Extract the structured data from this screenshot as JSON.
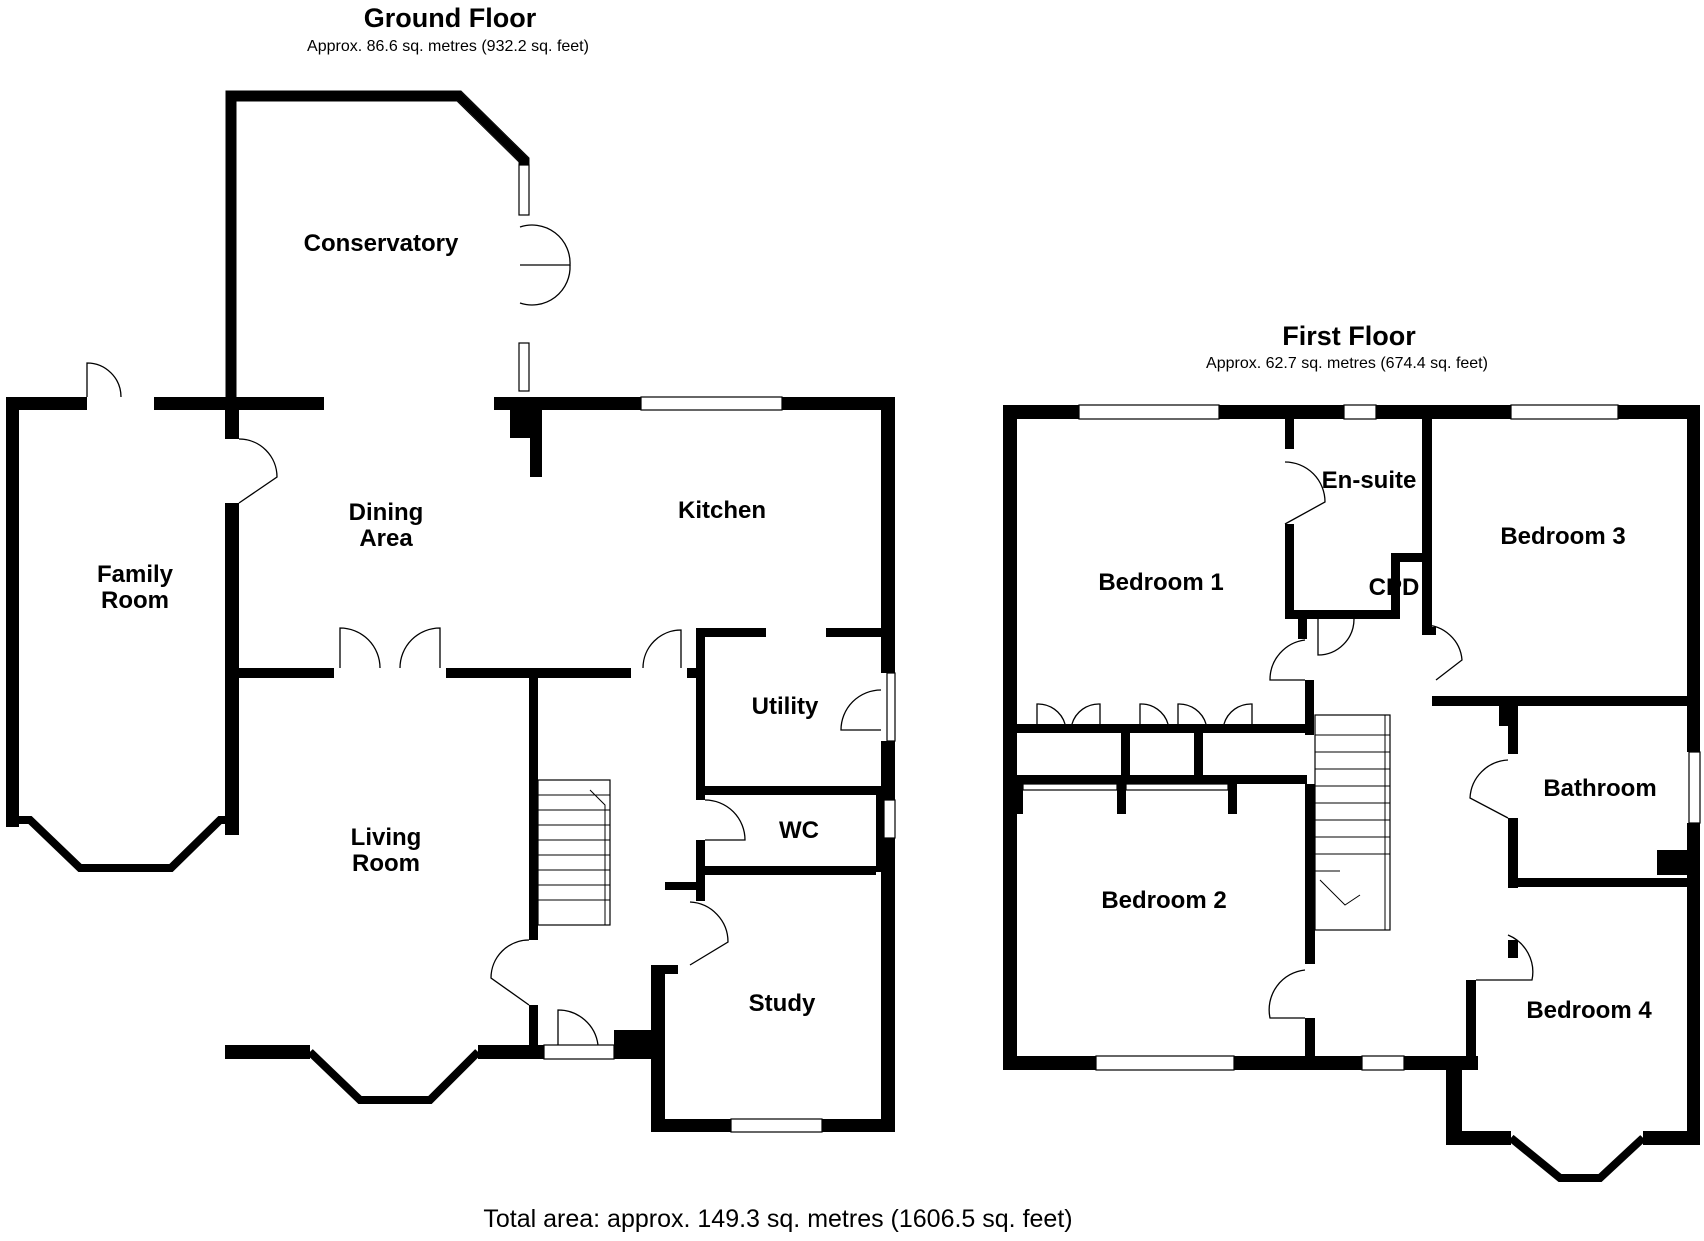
{
  "ground_floor": {
    "title": "Ground Floor",
    "area": "Approx. 86.6 sq. metres (932.2 sq. feet)",
    "rooms": {
      "conservatory": "Conservatory",
      "family_room": [
        "Family",
        "Room"
      ],
      "dining_area": [
        "Dining",
        "Area"
      ],
      "kitchen": "Kitchen",
      "utility": "Utility",
      "wc": "WC",
      "living_room": [
        "Living",
        "Room"
      ],
      "study": "Study"
    }
  },
  "first_floor": {
    "title": "First Floor",
    "area": "Approx. 62.7 sq. metres (674.4 sq. feet)",
    "rooms": {
      "en_suite": "En-suite",
      "bedroom_1": "Bedroom 1",
      "bedroom_2": "Bedroom 2",
      "bedroom_3": "Bedroom 3",
      "bedroom_4": "Bedroom 4",
      "bathroom": "Bathroom",
      "cpd": "CPD"
    }
  },
  "total_area": "Total area: approx. 149.3 sq. metres (1606.5 sq. feet)"
}
